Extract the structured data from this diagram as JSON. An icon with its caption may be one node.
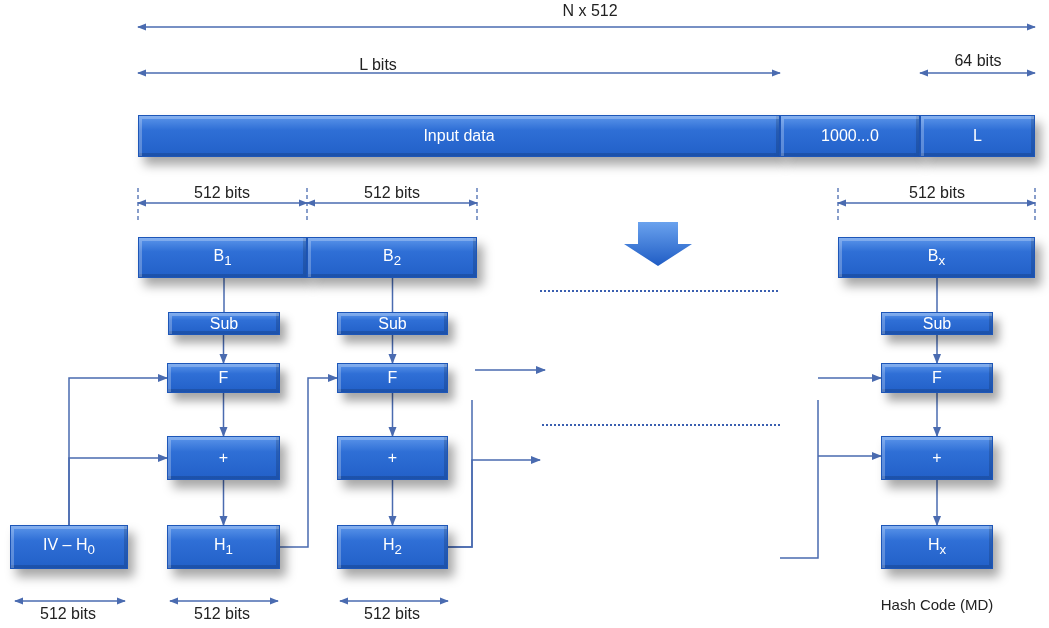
{
  "diagram": {
    "nodes": [
      {
        "text": [
          "Input data"
        ]
      },
      {
        "text": [
          "1000...0"
        ]
      },
      {
        "text": [
          "L"
        ]
      },
      {
        "text": [
          "B$_{1}$"
        ]
      },
      {
        "text": [
          "B$_{2}$"
        ]
      },
      {
        "text": [
          "B$_{x}$"
        ]
      },
      {
        "text": [
          "Sub"
        ]
      },
      {
        "text": [
          "F"
        ]
      },
      {
        "text": [
          "+"
        ]
      },
      {
        "text": [
          "H$_{1}$"
        ]
      },
      {
        "text": [
          "IV – H$_{0}$"
        ]
      },
      {
        "text": [
          "Sub"
        ]
      },
      {
        "text": [
          "F"
        ]
      },
      {
        "text": [
          "+"
        ]
      },
      {
        "text": [
          "H$_{2}$"
        ]
      },
      {
        "text": [
          "Sub"
        ]
      },
      {
        "text": [
          "F"
        ]
      },
      {
        "text": [
          "+"
        ]
      },
      {
        "text": [
          "H$_{x}$"
        ],
        "beside": [
          "Hash Code (MD)"
        ]
      }
    ],
    "edges": [
      {
        "from": 3,
        "to": 6,
        "arrow": "none"
      },
      {
        "from": 6,
        "to": 7,
        "arrow": "to"
      },
      {
        "from": 7,
        "to": 8,
        "arrow": "to"
      },
      {
        "from": 8,
        "to": 9,
        "arrow": "to"
      },
      {
        "from": 10,
        "to": 7,
        "arrow": "to"
      },
      {
        "from": 10,
        "to": 8,
        "arrow": "to"
      },
      {
        "from": 4,
        "to": 11,
        "arrow": "none"
      },
      {
        "from": 11,
        "to": 12,
        "arrow": "to"
      },
      {
        "from": 12,
        "to": 13,
        "arrow": "to"
      },
      {
        "from": 13,
        "to": 14,
        "arrow": "to"
      },
      {
        "from": 9,
        "to": 12,
        "arrow": "to"
      },
      {
        "from": 14,
        "to": null,
        "arrow": "to"
      },
      {
        "from": 14,
        "to": null,
        "arrow": "to"
      },
      {
        "from": 5,
        "to": 15,
        "arrow": "none"
      },
      {
        "from": 15,
        "to": 16,
        "arrow": "to"
      },
      {
        "from": 16,
        "to": 17,
        "arrow": "to"
      },
      {
        "from": 17,
        "to": 18,
        "arrow": "to"
      },
      {
        "from": null,
        "to": 16,
        "arrow": "to"
      },
      {
        "from": null,
        "to": 17,
        "arrow": "to"
      }
    ],
    "labels": [
      "N x 512",
      "L bits",
      "64 bits",
      "512 bits",
      "512 bits",
      "512 bits",
      "512 bits",
      "512 bits",
      "512 bits"
    ]
  }
}
